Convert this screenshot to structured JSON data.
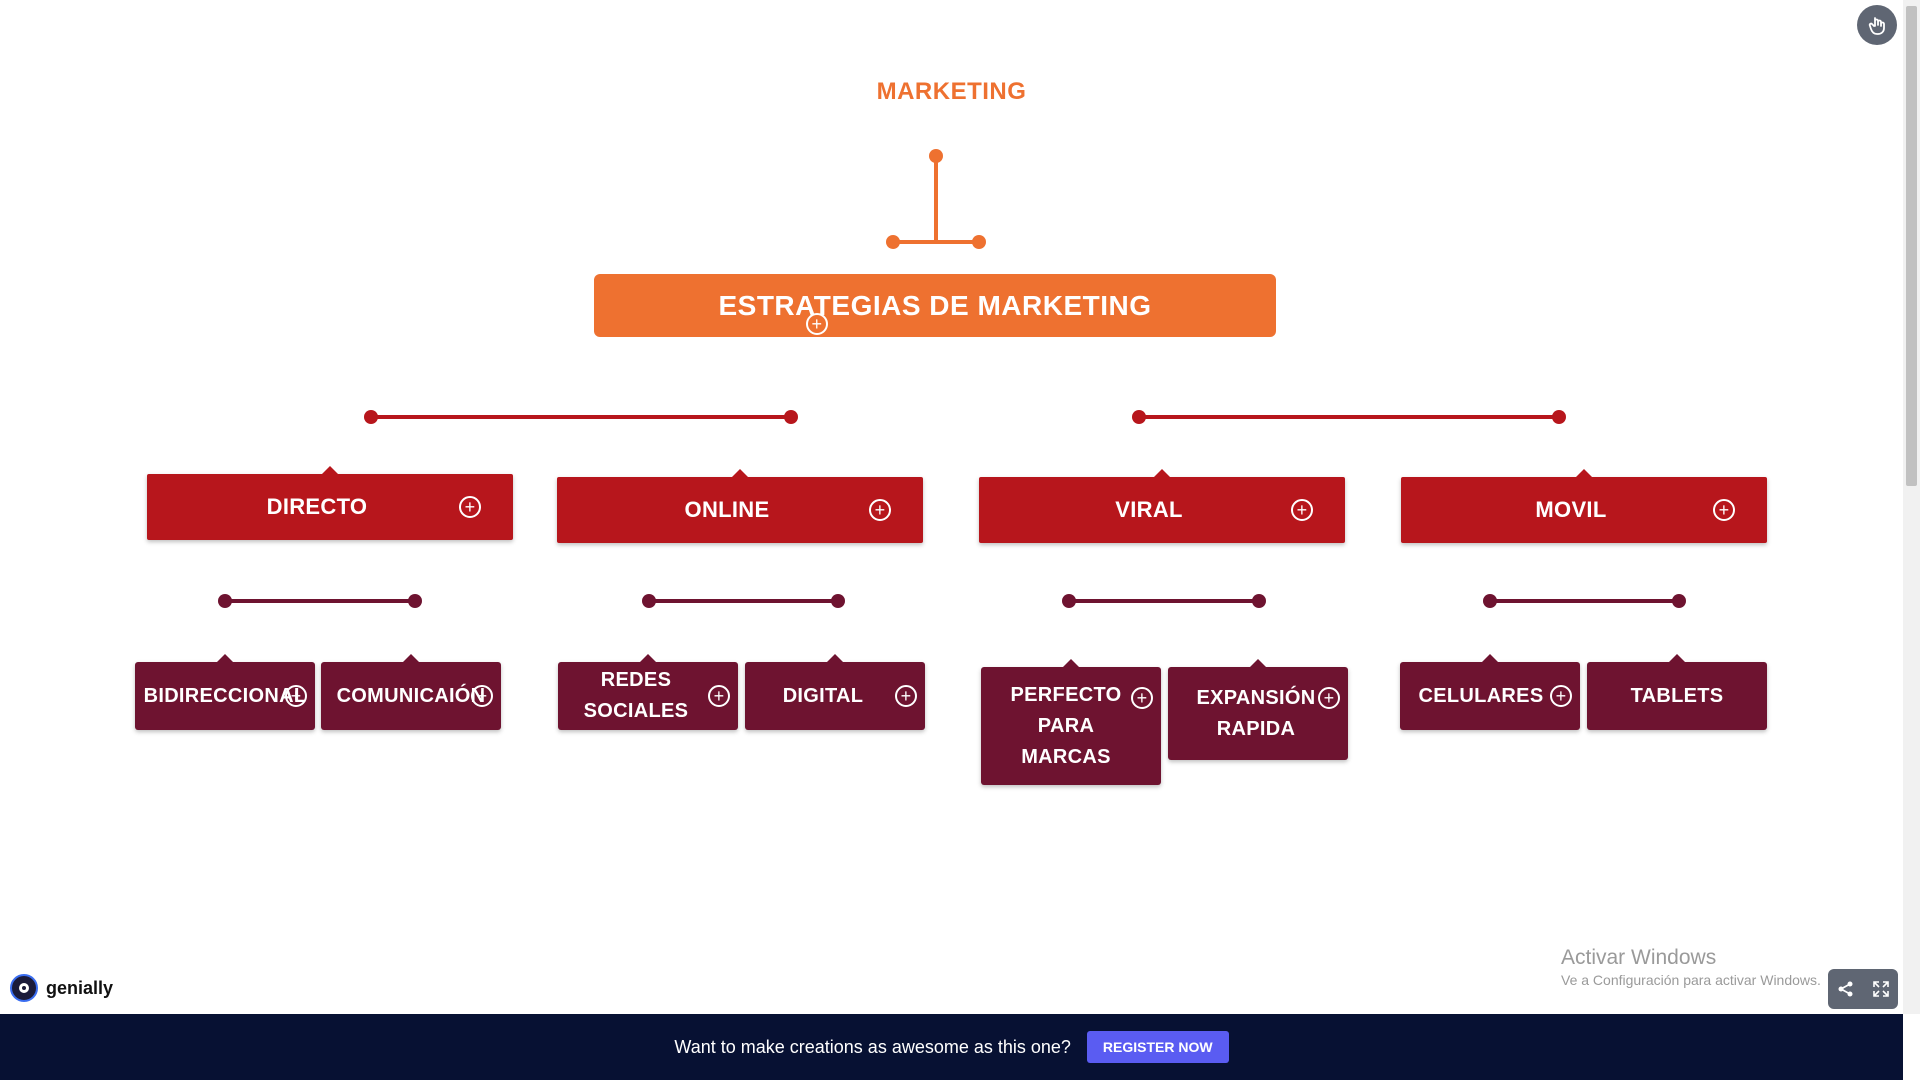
{
  "title": "MARKETING",
  "main_box": {
    "label": "ESTRATEGIAS DE MARKETING"
  },
  "categories": [
    {
      "label": "DIRECTO"
    },
    {
      "label": "ONLINE"
    },
    {
      "label": "VIRAL"
    },
    {
      "label": "MOVIL"
    }
  ],
  "subitems": [
    {
      "label": "BIDIRECCIONAL"
    },
    {
      "label": "COMUNICAIÓN"
    },
    {
      "label": "REDES SOCIALES"
    },
    {
      "label": "DIGITAL"
    },
    {
      "label": "PERFECTO PARA MARCAS"
    },
    {
      "label": "EXPANSIÓN RAPIDA"
    },
    {
      "label": "CELULARES"
    },
    {
      "label": "TABLETS"
    }
  ],
  "branding": {
    "logo_text": "genially"
  },
  "watermark": {
    "line1": "Activar Windows",
    "line2": "Ve a Configuración para activar Windows."
  },
  "banner": {
    "message": "Want to make creations as awesome as this one?",
    "button": "REGISTER NOW"
  },
  "colors": {
    "orange": "#ee7130",
    "red": "#b7161c",
    "maroon": "#6e1330",
    "banner": "#071133",
    "register_button": "#5a5cf2"
  },
  "icons": [
    "plus-circle-icon",
    "share-icon",
    "fullscreen-icon",
    "hand-pointer-icon",
    "genially-logo-icon"
  ]
}
